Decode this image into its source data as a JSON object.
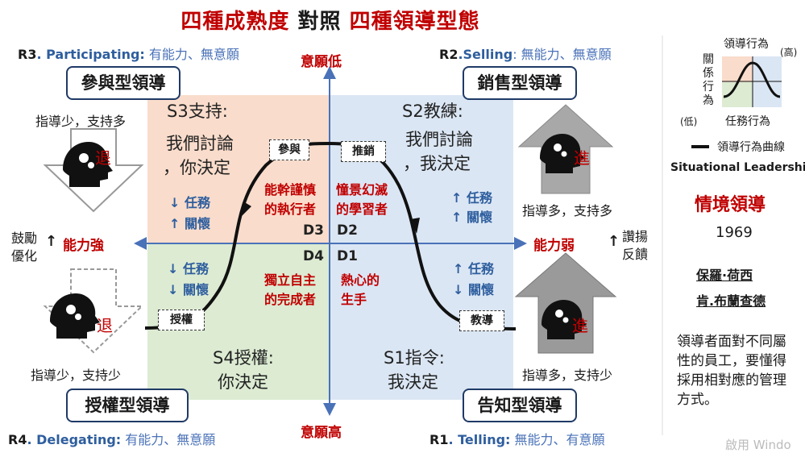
{
  "title": {
    "left": "四種成熟度",
    "mid": "對照",
    "right": "四種領導型態"
  },
  "axis": {
    "top": "意願低",
    "bottom": "意願高",
    "left": "能力強",
    "right": "能力弱"
  },
  "sides": {
    "left_top": "鼓勵",
    "left_bottom": "優化",
    "left_arrow": "↑",
    "right_top": "讚揚",
    "right_bottom": "反饋",
    "right_arrow": "↑"
  },
  "quadrants": {
    "r3": {
      "code": "R3",
      "en": ". Participating:",
      "zh": " 有能力、無意願",
      "style": "參與型領導",
      "s_title": "S3支持:",
      "s_line1": "我們討論",
      "s_line2": "，你決定",
      "hint": "指導少，支持多",
      "action": "退",
      "task": "↓ 任務",
      "care": "↑ 關懷",
      "node": "參與",
      "maturity": "能幹謹慎",
      "maturity2": "的執行者",
      "d": "D3"
    },
    "r2": {
      "code": "R2",
      "en": ".Selling",
      "zh": ": 無能力、無意願",
      "style": "銷售型領導",
      "s_title": "S2教練:",
      "s_line1": "我們討論",
      "s_line2": "，我決定",
      "hint": "指導多，支持多",
      "action": "進",
      "task": "↑ 任務",
      "care": "↑ 關懷",
      "node": "推銷",
      "maturity": "憧景幻滅",
      "maturity2": "的學習者",
      "d": "D2"
    },
    "r4": {
      "code": "R4",
      "en": ". Delegating:",
      "zh": " 有能力、無意願",
      "style": "授權型領導",
      "s_title": "S4授權:",
      "s_line1": "你決定",
      "hint": "指導少，支持少",
      "action": "退",
      "task": "↓ 任務",
      "care": "↓ 關懷",
      "node": "授權",
      "maturity": "獨立自主",
      "maturity2": "的完成者",
      "d": "D4"
    },
    "r1": {
      "code": "R1",
      "en": ". Telling:",
      "zh": " 無能力、有意願",
      "style": "告知型領導",
      "s_title": "S1指令:",
      "s_line1": "我決定",
      "hint": "指導多，支持少",
      "action": "進",
      "task": "↑ 任務",
      "care": "↓ 關懷",
      "node": "教導",
      "maturity": "熱心的",
      "maturity2": "生手",
      "d": "D1"
    }
  },
  "legend": {
    "top": "領導行為",
    "high": "(高)",
    "side": "關係行為",
    "low": "(低)",
    "bottom": "任務行為",
    "curve": "領導行為曲線",
    "en": "Situational Leadership",
    "zh": "情境領導",
    "year": "1969",
    "author1": "保羅·荷西",
    "author2": "肯.布蘭查德",
    "desc": "領導者面對不同屬性的員工，要懂得採用相對應的管理方式。"
  },
  "watermark": "啟用 Windo",
  "colors": {
    "s3": "#f9dccb",
    "s2": "#dbe6f4",
    "s4": "#dcebd2",
    "s1": "#dbe6f4",
    "axis": "#4a72b8",
    "accent": "#c00000"
  }
}
